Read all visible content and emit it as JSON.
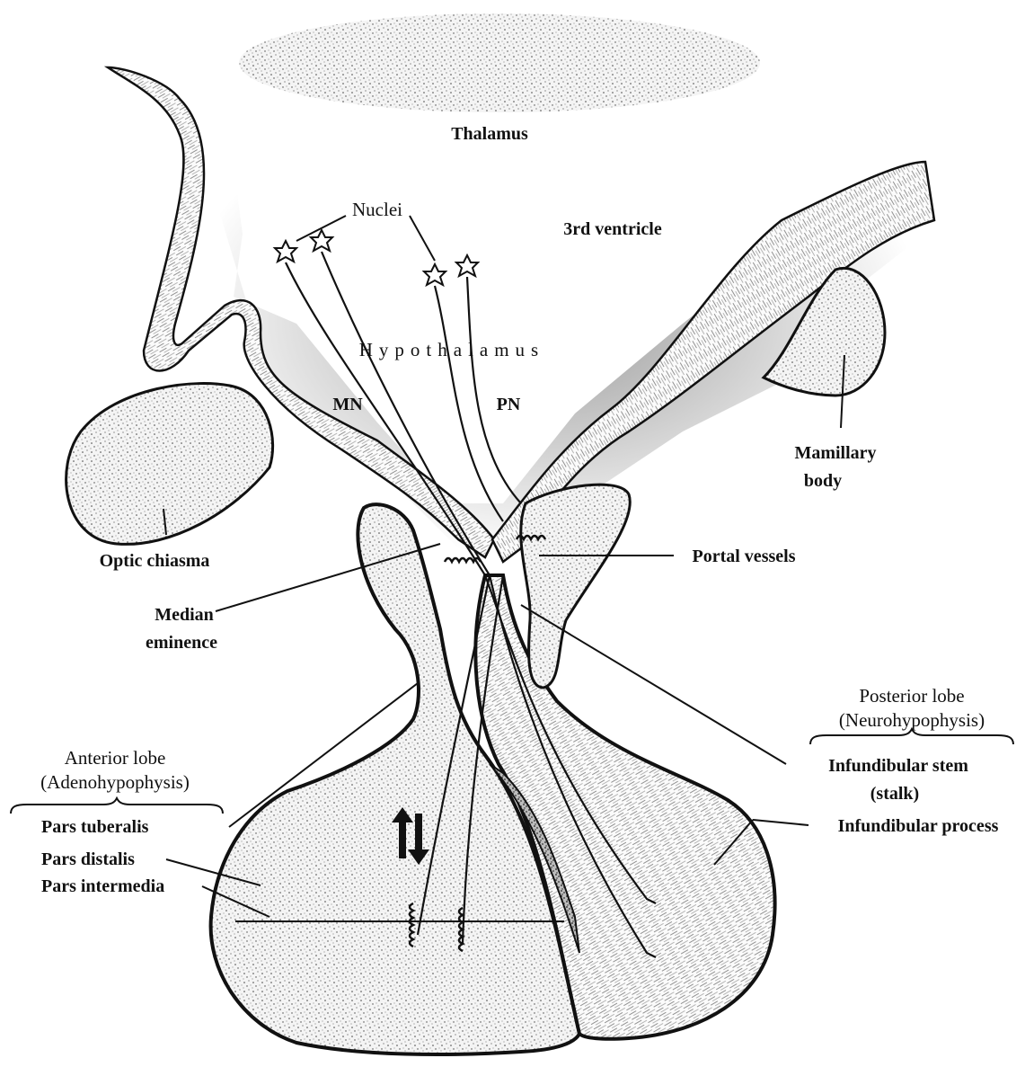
{
  "figure": {
    "labels": {
      "thalamus": "Thalamus",
      "nuclei": "Nuclei",
      "third_ventricle": "3rd ventricle",
      "hypothalamus": "Hypothalamus",
      "mn": "MN",
      "pn": "PN",
      "mamillary_body_line1": "Mamillary",
      "mamillary_body_line2": "body",
      "optic_chiasma": "Optic chiasma",
      "portal_vessels": "Portal vessels",
      "median_eminence_line1": "Median",
      "median_eminence_line2": "eminence",
      "posterior_lobe_line1": "Posterior lobe",
      "posterior_lobe_line2": "(Neurohypophysis)",
      "anterior_lobe_line1": "Anterior lobe",
      "anterior_lobe_line2": "(Adenohypophysis)",
      "infundibular_stem_line1": "Infundibular stem",
      "infundibular_stem_line2": "(stalk)",
      "infundibular_process": "Infundibular process",
      "pars_tuberalis": "Pars tuberalis",
      "pars_distalis": "Pars distalis",
      "pars_intermedia": "Pars intermedia"
    }
  }
}
